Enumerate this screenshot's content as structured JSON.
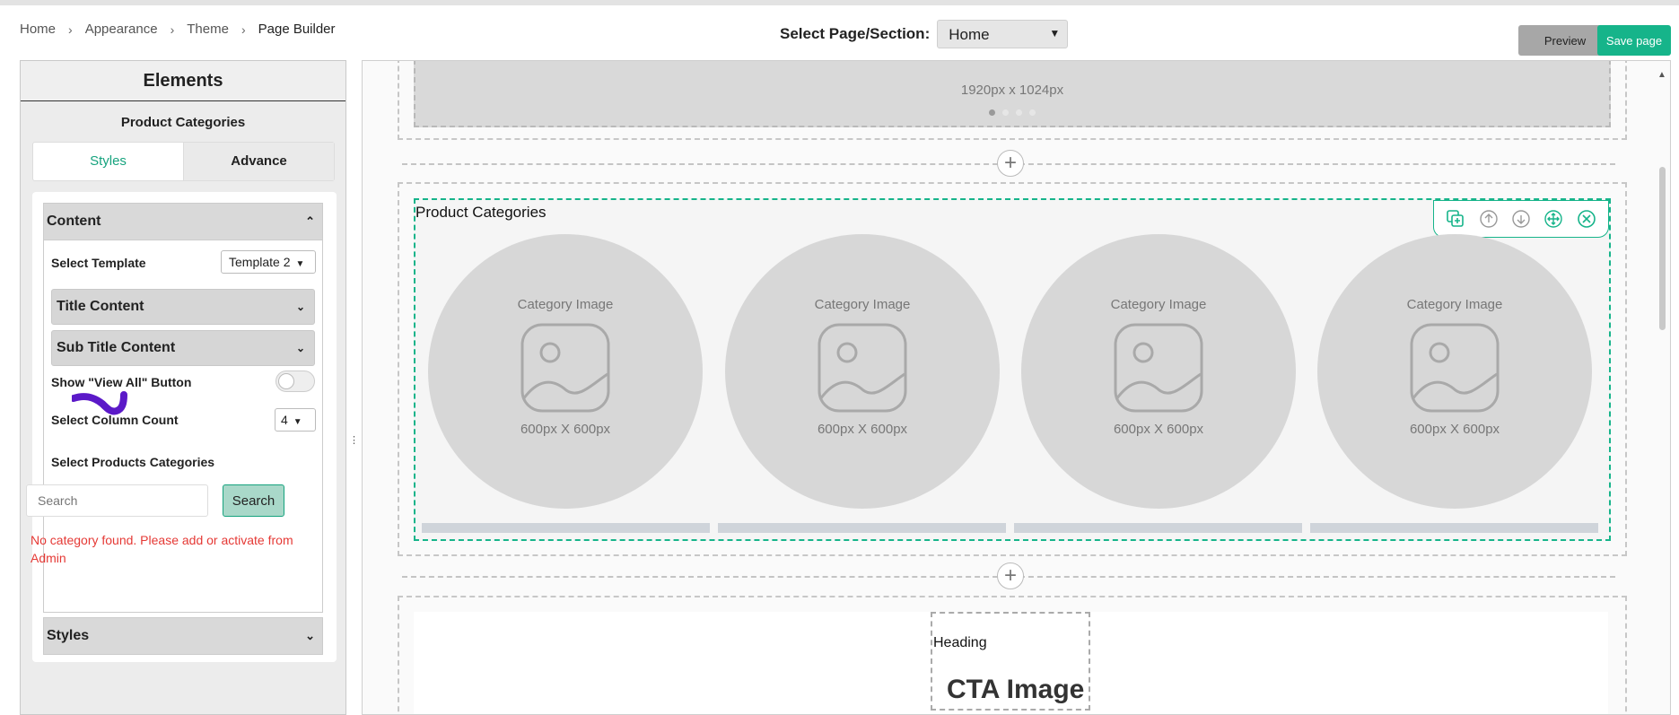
{
  "breadcrumb": {
    "items": [
      "Home",
      "Appearance",
      "Theme"
    ],
    "current": "Page Builder",
    "separator": ">"
  },
  "header": {
    "select_label": "Select Page/Section:",
    "select_value": "Home",
    "preview_label": "Preview",
    "save_label": "Save page"
  },
  "sidebar": {
    "title": "Elements",
    "subtitle": "Product Categories",
    "tabs": [
      "Styles",
      "Advance"
    ],
    "content_section": "Content",
    "template_label": "Select Template",
    "template_value": "Template 2",
    "title_content": "Title Content",
    "subtitle_content": "Sub Title Content",
    "view_all_label": "Show \"View All\" Button",
    "view_all_enabled": false,
    "column_label": "Select Column Count",
    "column_value": "4",
    "categories_label": "Select Products Categories",
    "search_placeholder": "Search",
    "search_button": "Search",
    "error": "No category found. Please add or activate from Admin",
    "styles_section": "Styles"
  },
  "canvas": {
    "slider_size": "1920px x 1024px",
    "section_title": "Product Categories",
    "categories": [
      {
        "caption": "Category Image",
        "size": "600px X 600px"
      },
      {
        "caption": "Category Image",
        "size": "600px X 600px"
      },
      {
        "caption": "Category Image",
        "size": "600px X 600px"
      },
      {
        "caption": "Category Image",
        "size": "600px X 600px"
      }
    ],
    "cta_heading": "Heading",
    "cta_title": "CTA Image"
  },
  "colors": {
    "accent": "#16b48a",
    "error": "#e53935",
    "placeholder_gray": "#d7d7d7"
  }
}
